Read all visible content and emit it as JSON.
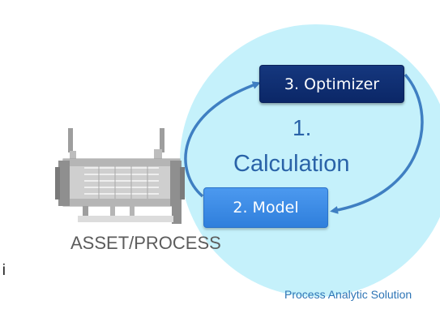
{
  "diagram": {
    "optimizer_label": "3. Optimizer",
    "model_label": "2. Model",
    "calculation_number": "1.",
    "calculation_word": "Calculation",
    "asset_label": "ASSET/PROCESS",
    "clipped_text": "e i",
    "footer_label": "Process Analytic Solution"
  },
  "colors": {
    "circle_fill": "#c5f1fb",
    "optimizer_box": "#0b2767",
    "model_box": "#3a8ae6",
    "arrow": "#3f7fc2",
    "calculation_text": "#2a63a8",
    "asset_label_text": "#5c5c5c",
    "footer_text": "#2e75b6"
  }
}
